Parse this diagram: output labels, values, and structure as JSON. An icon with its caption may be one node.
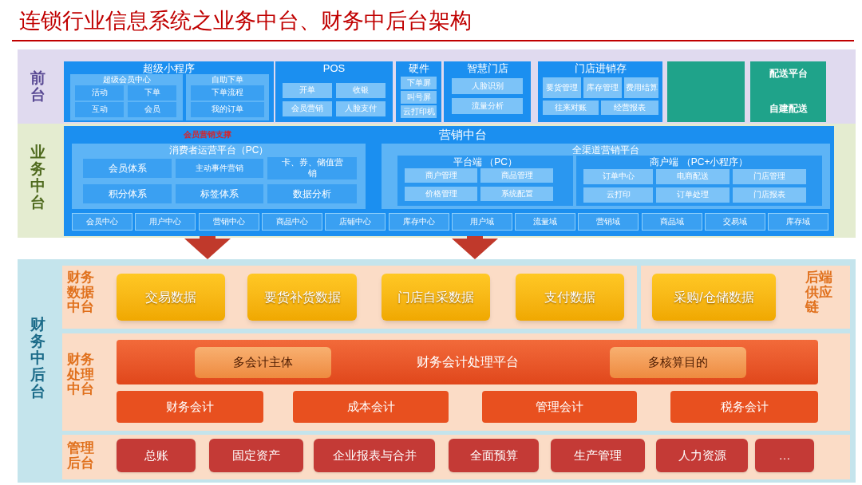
{
  "diagram": {
    "title": "连锁行业信息系统之业务中台、财务中后台架构",
    "nodes": [
      {
        "text": [
          "前台"
        ]
      },
      {
        "text": [
          "超级小程序"
        ],
        "in": 0
      },
      {
        "text": [
          "超级会员中心"
        ],
        "in": 1
      },
      {
        "text": [
          "活动"
        ],
        "in": 2
      },
      {
        "text": [
          "下单"
        ],
        "in": 2
      },
      {
        "text": [
          "互动"
        ],
        "in": 2
      },
      {
        "text": [
          "会员"
        ],
        "in": 2
      },
      {
        "text": [
          "自助下单"
        ],
        "in": 1
      },
      {
        "text": [
          "下单流程"
        ],
        "in": 7
      },
      {
        "text": [
          "我的订单"
        ],
        "in": 7
      },
      {
        "text": [
          "POS"
        ],
        "in": 0
      },
      {
        "text": [
          "开单"
        ],
        "in": 10
      },
      {
        "text": [
          "收银"
        ],
        "in": 10
      },
      {
        "text": [
          "会员营销"
        ],
        "in": 10
      },
      {
        "text": [
          "人脸支付"
        ],
        "in": 10
      },
      {
        "text": [
          "硬件"
        ],
        "in": 0
      },
      {
        "text": [
          "下单屏"
        ],
        "in": 15
      },
      {
        "text": [
          "叫号屏"
        ],
        "in": 15
      },
      {
        "text": [
          "云打印机"
        ],
        "in": 15
      },
      {
        "text": [
          "智慧门店"
        ],
        "in": 0
      },
      {
        "text": [
          "人脸识别"
        ],
        "in": 19
      },
      {
        "text": [
          "流量分析"
        ],
        "in": 19
      },
      {
        "text": [
          "门店进销存"
        ],
        "in": 0
      },
      {
        "text": [
          "要货管理"
        ],
        "in": 22
      },
      {
        "text": [
          "库存管理"
        ],
        "in": 22
      },
      {
        "text": [
          "费用结算"
        ],
        "in": 22
      },
      {
        "text": [
          "往来对账"
        ],
        "in": 22
      },
      {
        "text": [
          "经营报表"
        ],
        "in": 22
      },
      {
        "text": [],
        "shape": "box",
        "in": 0
      },
      {
        "text": [
          "配送平台",
          "自建配送"
        ],
        "in": 0
      },
      {
        "text": [
          "业务中台"
        ]
      },
      {
        "text": [
          "会员营销支撑",
          "营销中台"
        ],
        "in": 30
      },
      {
        "text": [
          "消费者运营平台（PC）"
        ],
        "in": 31
      },
      {
        "text": [
          "会员体系"
        ],
        "in": 32
      },
      {
        "text": [
          "主动事件营销"
        ],
        "in": 32
      },
      {
        "text": [
          "卡、券、储值营销"
        ],
        "in": 32
      },
      {
        "text": [
          "积分体系"
        ],
        "in": 32
      },
      {
        "text": [
          "标签体系"
        ],
        "in": 32
      },
      {
        "text": [
          "数据分析"
        ],
        "in": 32
      },
      {
        "text": [
          "全渠道营销平台"
        ],
        "in": 31
      },
      {
        "text": [
          "平台端 （PC）"
        ],
        "in": 39
      },
      {
        "text": [
          "商户管理"
        ],
        "in": 40
      },
      {
        "text": [
          "商品管理"
        ],
        "in": 40
      },
      {
        "text": [
          "价格管理"
        ],
        "in": 40
      },
      {
        "text": [
          "系统配置"
        ],
        "in": 40
      },
      {
        "text": [
          "商户端 （PC+小程序）"
        ],
        "in": 39
      },
      {
        "text": [
          "订单中心"
        ],
        "in": 45
      },
      {
        "text": [
          "电商配送"
        ],
        "in": 45
      },
      {
        "text": [
          "门店管理"
        ],
        "in": 45
      },
      {
        "text": [
          "云打印"
        ],
        "in": 45
      },
      {
        "text": [
          "订单处理"
        ],
        "in": 45
      },
      {
        "text": [
          "门店报表"
        ],
        "in": 45
      },
      {
        "text": [
          "会员中心"
        ],
        "in": 31
      },
      {
        "text": [
          "用户中心"
        ],
        "in": 31
      },
      {
        "text": [
          "营销中心"
        ],
        "in": 31
      },
      {
        "text": [
          "商品中心"
        ],
        "in": 31
      },
      {
        "text": [
          "店铺中心"
        ],
        "in": 31
      },
      {
        "text": [
          "库存中心"
        ],
        "in": 31
      },
      {
        "text": [
          "用户域"
        ],
        "in": 31
      },
      {
        "text": [
          "流量域"
        ],
        "in": 31
      },
      {
        "text": [
          "营销域"
        ],
        "in": 31
      },
      {
        "text": [
          "商品域"
        ],
        "in": 31
      },
      {
        "text": [
          "交易域"
        ],
        "in": 31
      },
      {
        "text": [
          "库存域"
        ],
        "in": 31
      },
      {
        "text": [
          "财务中后台"
        ]
      },
      {
        "text": [
          "财务数据中台"
        ],
        "in": 64
      },
      {
        "text": [
          "交易数据"
        ],
        "in": 65
      },
      {
        "text": [
          "要货补货数据"
        ],
        "in": 65
      },
      {
        "text": [
          "门店自采数据"
        ],
        "in": 65
      },
      {
        "text": [
          "支付数据"
        ],
        "in": 65
      },
      {
        "text": [
          "后端供应链"
        ],
        "in": 64
      },
      {
        "text": [
          "采购/仓储数据"
        ],
        "in": 70
      },
      {
        "text": [
          "财务处理中台"
        ],
        "in": 64
      },
      {
        "text": [
          "财务会计处理平台"
        ],
        "in": 72
      },
      {
        "text": [
          "多会计主体"
        ],
        "in": 73
      },
      {
        "text": [
          "多核算目的"
        ],
        "in": 73
      },
      {
        "text": [
          "财务会计"
        ],
        "in": 72
      },
      {
        "text": [
          "成本会计"
        ],
        "in": 72
      },
      {
        "text": [
          "管理会计"
        ],
        "in": 72
      },
      {
        "text": [
          "税务会计"
        ],
        "in": 72
      },
      {
        "text": [
          "管理后台"
        ],
        "in": 64
      },
      {
        "text": [
          "总账"
        ],
        "in": 80
      },
      {
        "text": [
          "固定资产"
        ],
        "in": 80
      },
      {
        "text": [
          "企业报表与合并"
        ],
        "in": 80
      },
      {
        "text": [
          "全面预算"
        ],
        "in": 80
      },
      {
        "text": [
          "生产管理"
        ],
        "in": 80
      },
      {
        "text": [
          "人力资源"
        ],
        "in": 80
      },
      {
        "text": [
          "…"
        ],
        "in": 80
      }
    ],
    "edges": [
      {
        "from": 31,
        "to": 64,
        "arrow": "to"
      },
      {
        "from": 31,
        "to": 64,
        "arrow": "to"
      }
    ]
  }
}
